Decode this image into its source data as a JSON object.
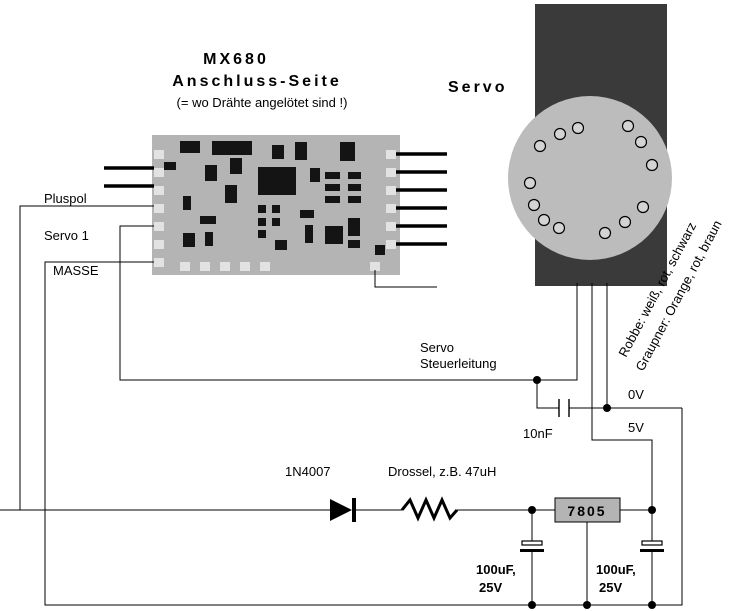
{
  "decoder": {
    "title": "MX680",
    "subtitle": "Anschluss-Seite",
    "note": "(= wo Drähte angelötet sind !)"
  },
  "servo": {
    "title": "Servo",
    "wire_colors_robbe": "Robbe: weiß, rot, schwarz",
    "wire_colors_graupner": "Graupner: Orange, rot, braun"
  },
  "pins": {
    "pluspol": "Pluspol",
    "servo1": "Servo 1",
    "masse": "MASSE"
  },
  "signals": {
    "servo_line_1": "Servo",
    "servo_line_2": "Steuerleitung",
    "zero_v": "0V",
    "five_v": "5V"
  },
  "components": {
    "capacitor_small": "10nF",
    "diode": "1N4007",
    "choke": "Drossel, z.B. 47uH",
    "regulator": "7805",
    "cap_left_value": "100uF,",
    "cap_left_voltage": "25V",
    "cap_right_value": "100uF,",
    "cap_right_voltage": "25V"
  }
}
